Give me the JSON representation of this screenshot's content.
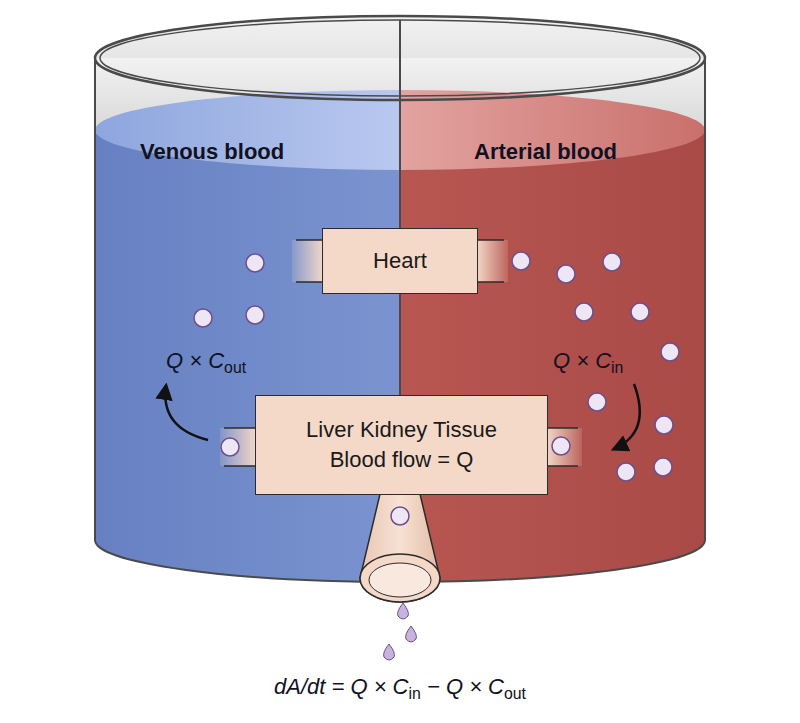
{
  "diagram": {
    "caption": "dA/dt = Q × Cin − Q × Cout",
    "nodes": [
      {
        "text": [
          "Heart"
        ]
      },
      {
        "text": [
          "Liver Kidney Tissue",
          "Blood flow = Q"
        ]
      }
    ],
    "labels": [
      "Venous blood",
      "Arterial blood",
      "Q × Cout",
      "Q × Cin"
    ]
  }
}
